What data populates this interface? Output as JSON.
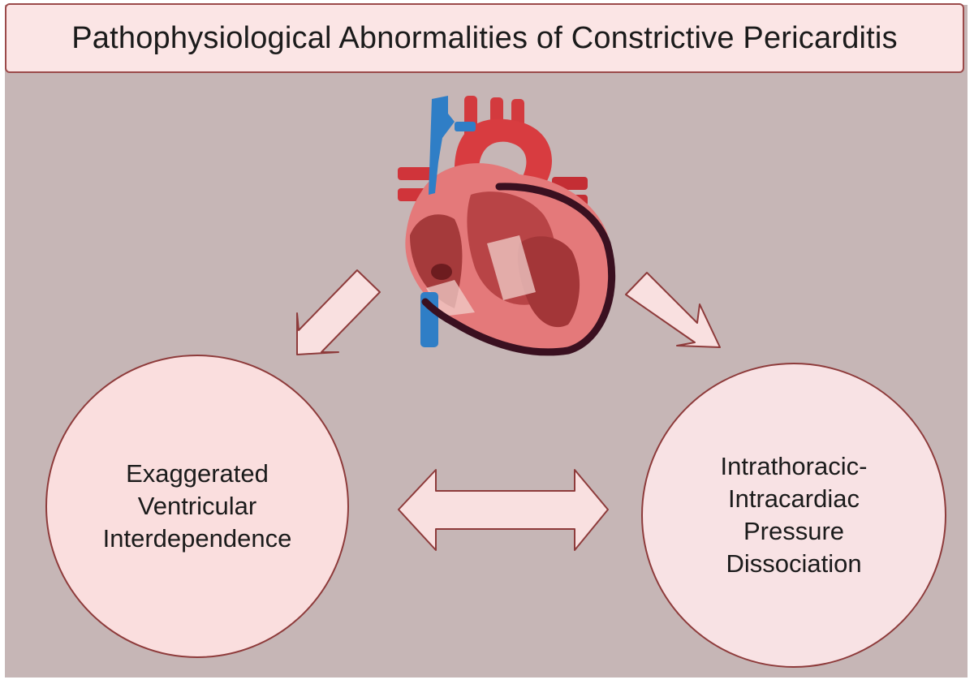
{
  "title": "Pathophysiological Abnormalities of Constrictive Pericarditis",
  "nodes": {
    "left": "Exaggerated\nVentricular\nInterdependence",
    "right": "Intrathoracic-\nIntracardiac\nPressure\nDissociation"
  },
  "icons": {
    "center": "heart-anatomy-icon"
  },
  "colors": {
    "background": "#c6b6b6",
    "box_fill": "#fbe5e5",
    "box_border": "#9b4a4a",
    "arrow_fill": "#f9e0e0",
    "arrow_stroke": "#8e3b3b"
  }
}
